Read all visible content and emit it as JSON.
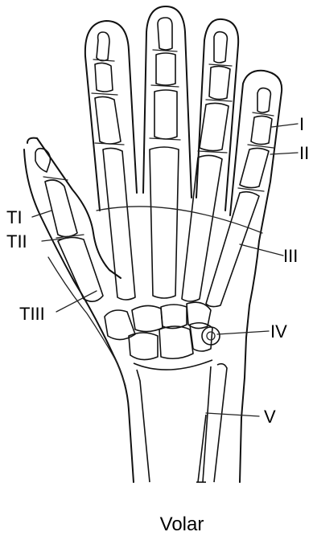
{
  "figure": {
    "caption": "Volar",
    "labels": {
      "I": "I",
      "II": "II",
      "III": "III",
      "IV": "IV",
      "V": "V",
      "TI": "TI",
      "TII": "TII",
      "TIII": "TIII"
    }
  }
}
